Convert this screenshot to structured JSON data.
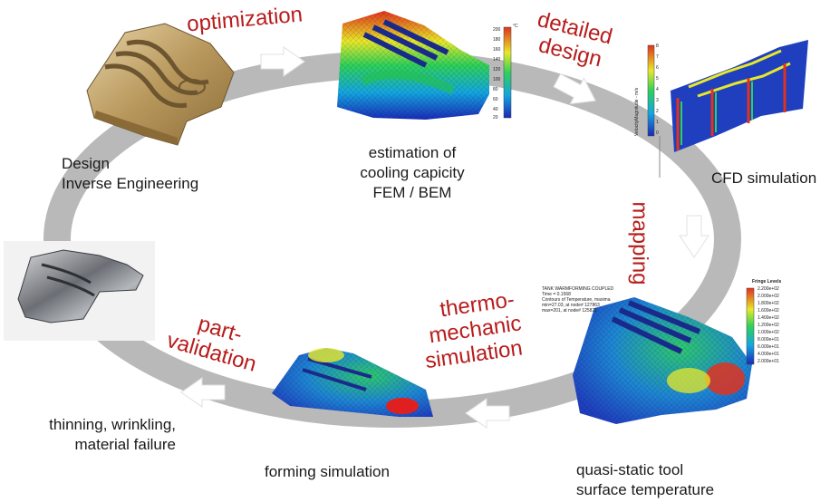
{
  "stages": {
    "design": {
      "line1": "Design",
      "line2": "Inverse Engineering"
    },
    "cooling": {
      "line1": "estimation of",
      "line2": "cooling capicity",
      "line3": "FEM / BEM"
    },
    "cfd": {
      "label": "CFD simulation"
    },
    "tool": {
      "line1": "quasi-static tool",
      "line2": "surface temperature"
    },
    "forming": {
      "label": "forming simulation"
    },
    "failure": {
      "line1": "thinning, wrinkling,",
      "line2": "material failure"
    }
  },
  "transitions": {
    "optimization": "optimization",
    "detailed_design": {
      "line1": "detailed",
      "line2": "design"
    },
    "mapping": "mapping",
    "thermo": {
      "line1": "thermo-",
      "line2": "mechanic",
      "line3": "simulation"
    },
    "validation": {
      "line1": "part-",
      "line2": "validation"
    }
  },
  "legends": {
    "cooling_scale": {
      "ticks": [
        "200",
        "180",
        "160",
        "140",
        "120",
        "100",
        "80",
        "60",
        "40",
        "20"
      ],
      "unit": "°C"
    },
    "cfd_scale": {
      "ticks": [
        "8",
        "7",
        "6",
        "5",
        "4",
        "3",
        "2",
        "1",
        "0"
      ],
      "title": "VelocityMagnitude - m/s"
    },
    "fringe": {
      "title": "Fringe Levels",
      "ticks": [
        "2.200e+02",
        "2.000e+02",
        "1.800e+02",
        "1.600e+02",
        "1.400e+02",
        "1.200e+02",
        "1.000e+02",
        "8.000e+01",
        "6.000e+01",
        "4.000e+01",
        "2.000e+01"
      ]
    },
    "tank_header": {
      "line1": "TANK WARMFORMING COUPLED",
      "line2": "Time =     0.1568",
      "line3": "Contours of Temperature, maxima",
      "line4": "min=27.03, at node# 127863",
      "line5": "max=201, at node# 125821"
    }
  },
  "colors": {
    "cycle": "#b9b9b9",
    "arrow": "#ffffff",
    "accent_red": "#b81c1c",
    "hot": "#e02020",
    "cold": "#1f3fbf"
  }
}
